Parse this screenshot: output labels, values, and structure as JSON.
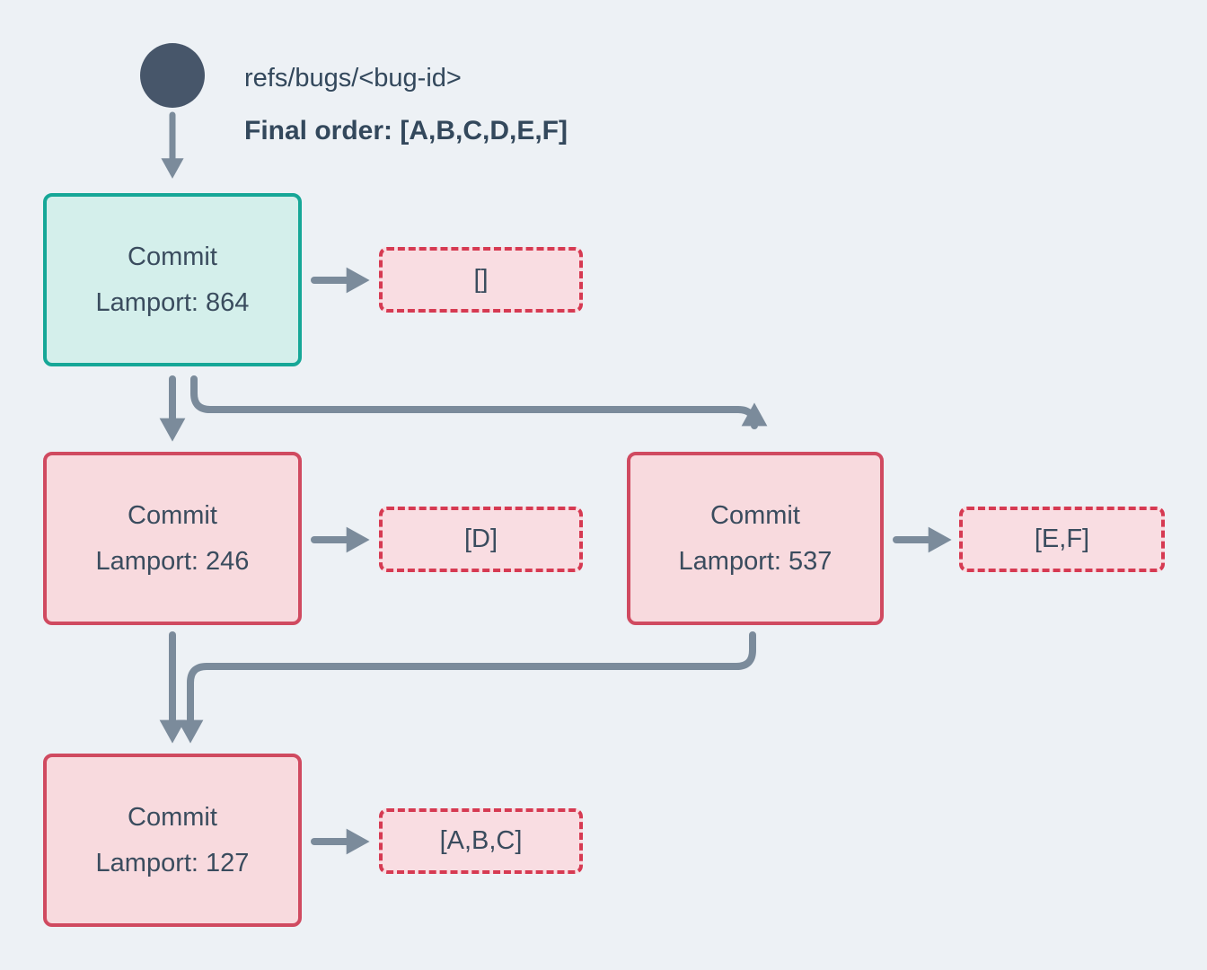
{
  "colors": {
    "bg": "#edf1f5",
    "ink": "#33485c",
    "node-ink": "#3a4c5e",
    "slate": "#47566a",
    "arrow": "#7b8b9b",
    "teal-border": "#16a797",
    "teal-fill": "#d4efeb",
    "red-border": "#d04a60",
    "pink-fill": "#f8dade",
    "dash-border": "#d63a52",
    "dash-fill": "#f9dde2"
  },
  "header": {
    "ref_label": "refs/bugs/<bug-id>",
    "final_order_label": "Final order: [A,B,C,D,E,F]"
  },
  "nodes": [
    {
      "id": "commit-864",
      "title": "Commit",
      "lamport_label": "Lamport: 864",
      "lamport": 864,
      "variant": "teal"
    },
    {
      "id": "commit-246",
      "title": "Commit",
      "lamport_label": "Lamport: 246",
      "lamport": 246,
      "variant": "pink"
    },
    {
      "id": "commit-537",
      "title": "Commit",
      "lamport_label": "Lamport: 537",
      "lamport": 537,
      "variant": "pink"
    },
    {
      "id": "commit-127",
      "title": "Commit",
      "lamport_label": "Lamport: 127",
      "lamport": 127,
      "variant": "pink"
    }
  ],
  "payloads": [
    {
      "id": "payload-864",
      "label": "[]"
    },
    {
      "id": "payload-246",
      "label": "[D]"
    },
    {
      "id": "payload-537",
      "label": "[E,F]"
    },
    {
      "id": "payload-127",
      "label": "[A,B,C]"
    }
  ],
  "edges": [
    {
      "from": "ref-head",
      "to": "commit-864",
      "type": "ref"
    },
    {
      "from": "commit-864",
      "to": "payload-864",
      "type": "payload"
    },
    {
      "from": "commit-864",
      "to": "commit-246",
      "type": "parent"
    },
    {
      "from": "commit-864",
      "to": "commit-537",
      "type": "parent"
    },
    {
      "from": "commit-246",
      "to": "payload-246",
      "type": "payload"
    },
    {
      "from": "commit-537",
      "to": "payload-537",
      "type": "payload"
    },
    {
      "from": "commit-246",
      "to": "commit-127",
      "type": "parent"
    },
    {
      "from": "commit-537",
      "to": "commit-127",
      "type": "parent"
    },
    {
      "from": "commit-127",
      "to": "payload-127",
      "type": "payload"
    }
  ]
}
